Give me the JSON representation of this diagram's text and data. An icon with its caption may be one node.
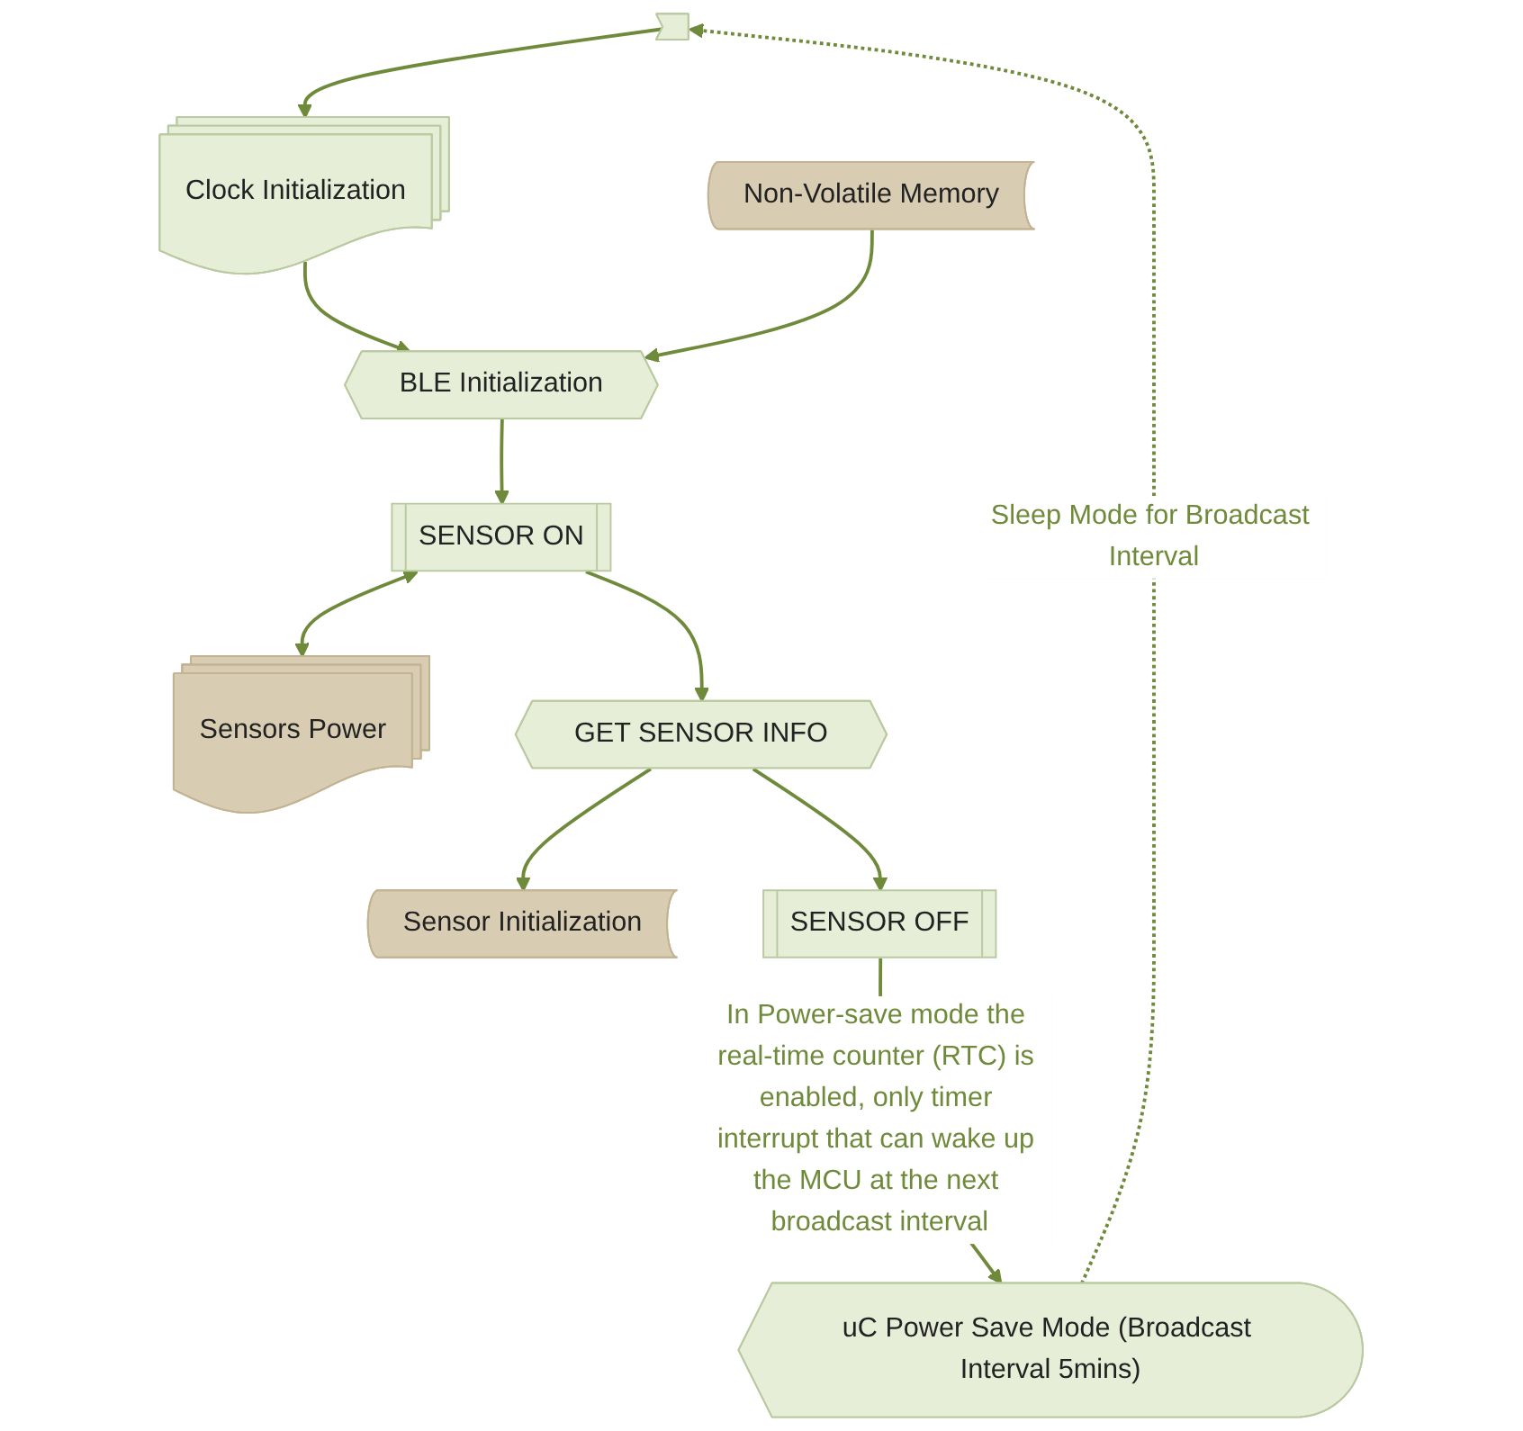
{
  "diagram": {
    "nodes": [
      {
        "text": [],
        "shape": "box"
      },
      {
        "text": [
          "Clock Initialization"
        ]
      },
      {
        "text": [
          "BLE Initialization"
        ]
      },
      {
        "text": [
          "Non-Volatile Memory"
        ]
      },
      {
        "text": [
          "SENSOR ON"
        ]
      },
      {
        "text": [
          "Sensors Power"
        ]
      },
      {
        "text": [
          "GET SENSOR INFO"
        ]
      },
      {
        "text": [
          "Sensor Initialization"
        ]
      },
      {
        "text": [
          "SENSOR OFF"
        ]
      },
      {
        "text": [
          "uC Power Save Mode (Broadcast Interval 5mins)"
        ]
      }
    ],
    "edges": [
      {
        "from": 0,
        "to": 1,
        "arrow": "to"
      },
      {
        "from": 1,
        "to": 2,
        "arrow": "to"
      },
      {
        "from": 3,
        "to": 2,
        "arrow": "to"
      },
      {
        "from": 2,
        "to": 4,
        "arrow": "to"
      },
      {
        "from": 4,
        "to": 5,
        "arrow": "both"
      },
      {
        "from": 4,
        "to": 6,
        "arrow": "to"
      },
      {
        "from": 6,
        "to": 7,
        "arrow": "to"
      },
      {
        "from": 6,
        "to": 8,
        "arrow": "to"
      },
      {
        "from": 8,
        "to": 9,
        "arrow": "to",
        "label": "In Power-save mode the real-time counter (RTC) is enabled, only timer interrupt that can wake up the MCU at the next broadcast interval"
      },
      {
        "from": 9,
        "to": 0,
        "arrow": "to",
        "style": "dashed",
        "label": "Sleep Mode for Broadcast Interval"
      }
    ]
  }
}
